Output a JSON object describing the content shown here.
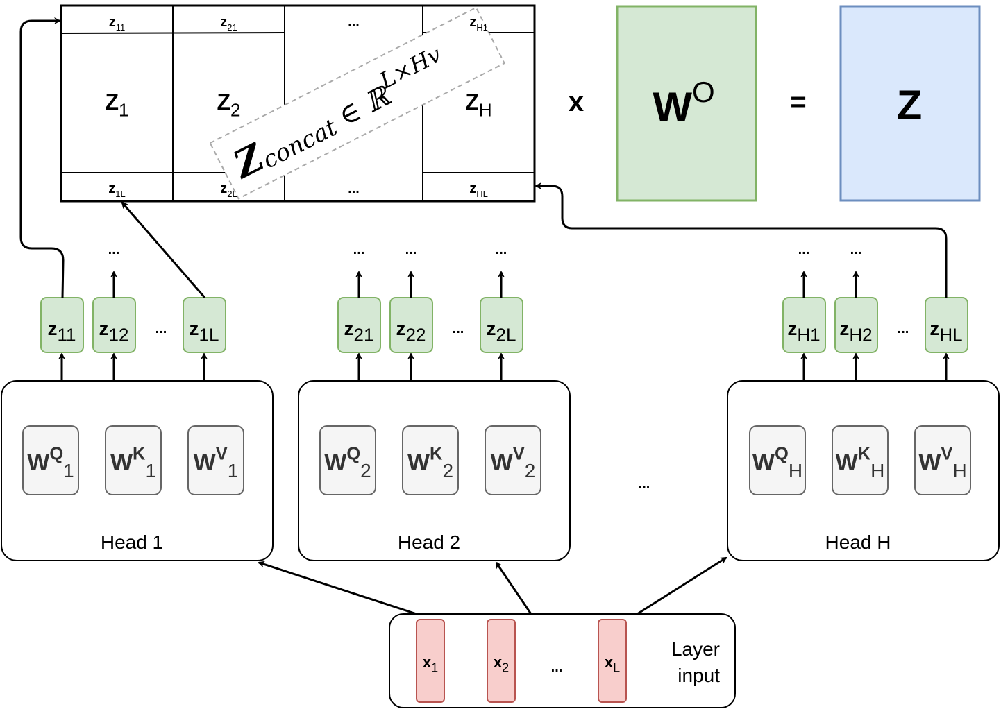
{
  "colors": {
    "green_fill": "#d5e8d4",
    "green_stroke": "#82b366",
    "blue_fill": "#dae8fc",
    "blue_stroke": "#6c8ebf",
    "red_fill": "#f8cecc",
    "red_stroke": "#b85450",
    "weight_fill": "#f5f5f5",
    "weight_stroke": "#666666"
  },
  "matrix": {
    "top": [
      {
        "base": "z",
        "sub": "11"
      },
      {
        "base": "z",
        "sub": "21"
      },
      {
        "base": "...",
        "sub": ""
      },
      {
        "base": "z",
        "sub": "H1"
      }
    ],
    "mid": [
      {
        "base": "Z",
        "sub": "1"
      },
      {
        "base": "Z",
        "sub": "2"
      },
      {
        "base": "",
        "sub": ""
      },
      {
        "base": "Z",
        "sub": "H"
      }
    ],
    "bottom": [
      {
        "base": "z",
        "sub": "1L"
      },
      {
        "base": "z",
        "sub": "2L"
      },
      {
        "base": "...",
        "sub": ""
      },
      {
        "base": "z",
        "sub": "HL"
      }
    ],
    "label": {
      "base": "Z",
      "sub": "concat",
      "rel": "∈ ℝ",
      "sup": "L×Hv"
    }
  },
  "equation": {
    "times": "x",
    "w": "W",
    "w_sup": "O",
    "equals": "=",
    "result": "Z"
  },
  "heads": [
    {
      "label": "Head 1",
      "weights": [
        {
          "base": "W",
          "sup": "Q",
          "sub": "1"
        },
        {
          "base": "W",
          "sup": "K",
          "sub": "1"
        },
        {
          "base": "W",
          "sup": "V",
          "sub": "1"
        }
      ],
      "outputs": [
        {
          "base": "z",
          "sub": "11"
        },
        {
          "base": "z",
          "sub": "12"
        },
        {
          "base": "z",
          "sub": "1L"
        }
      ]
    },
    {
      "label": "Head 2",
      "weights": [
        {
          "base": "W",
          "sup": "Q",
          "sub": "2"
        },
        {
          "base": "W",
          "sup": "K",
          "sub": "2"
        },
        {
          "base": "W",
          "sup": "V",
          "sub": "2"
        }
      ],
      "outputs": [
        {
          "base": "z",
          "sub": "21"
        },
        {
          "base": "z",
          "sub": "22"
        },
        {
          "base": "z",
          "sub": "2L"
        }
      ]
    },
    {
      "label": "Head H",
      "weights": [
        {
          "base": "W",
          "sup": "Q",
          "sub": "H"
        },
        {
          "base": "W",
          "sup": "K",
          "sub": "H"
        },
        {
          "base": "W",
          "sup": "V",
          "sub": "H"
        }
      ],
      "outputs": [
        {
          "base": "z",
          "sub": "H1"
        },
        {
          "base": "z",
          "sub": "H2"
        },
        {
          "base": "z",
          "sub": "HL"
        }
      ]
    }
  ],
  "ellipsis": "...",
  "input": {
    "tokens": [
      {
        "base": "x",
        "sub": "1"
      },
      {
        "base": "x",
        "sub": "2"
      },
      {
        "base": "x",
        "sub": "L"
      }
    ],
    "label_line1": "Layer",
    "label_line2": "input"
  }
}
